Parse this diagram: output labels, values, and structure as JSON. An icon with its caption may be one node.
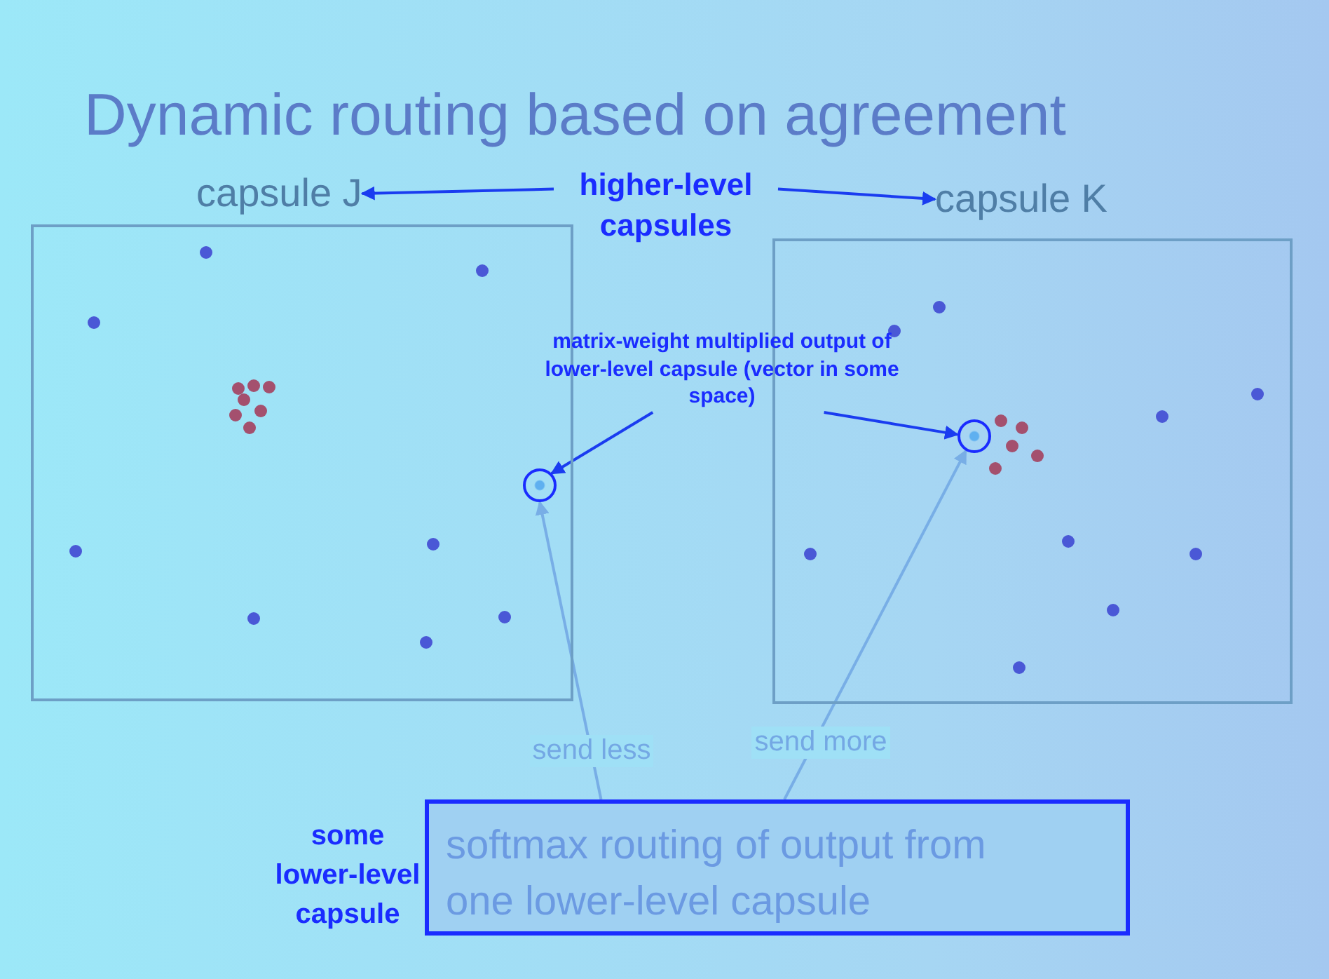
{
  "diagram": {
    "title": "Dynamic routing based on agreement",
    "nodes": [
      {
        "text": [
          "capsule J"
        ]
      },
      {
        "text": [
          "capsule K"
        ]
      },
      {
        "text": [
          "higher-level capsules"
        ]
      },
      {
        "text": [],
        "shape": "circle",
        "in": 0
      },
      {
        "text": [
          "matrix-weight multiplied output of lower-level capsule (vector in some space)"
        ]
      },
      {
        "text": [],
        "shape": "circle",
        "in": 1
      },
      {
        "text": [
          "softmax routing of output from one lower-level capsule"
        ],
        "beside": [
          "some lower-level capsule"
        ]
      }
    ],
    "edges": [
      {
        "from": 2,
        "to": 0,
        "arrow": "to"
      },
      {
        "from": 2,
        "to": 1,
        "arrow": "to"
      },
      {
        "from": 4,
        "to": 3,
        "arrow": "to"
      },
      {
        "from": 4,
        "to": 5,
        "arrow": "to"
      },
      {
        "from": 6,
        "to": 3,
        "arrow": "to",
        "label": "send less",
        "color": "#78aee6"
      },
      {
        "from": 6,
        "to": 5,
        "arrow": "to",
        "label": "send more",
        "color": "#78aee6"
      }
    ]
  }
}
